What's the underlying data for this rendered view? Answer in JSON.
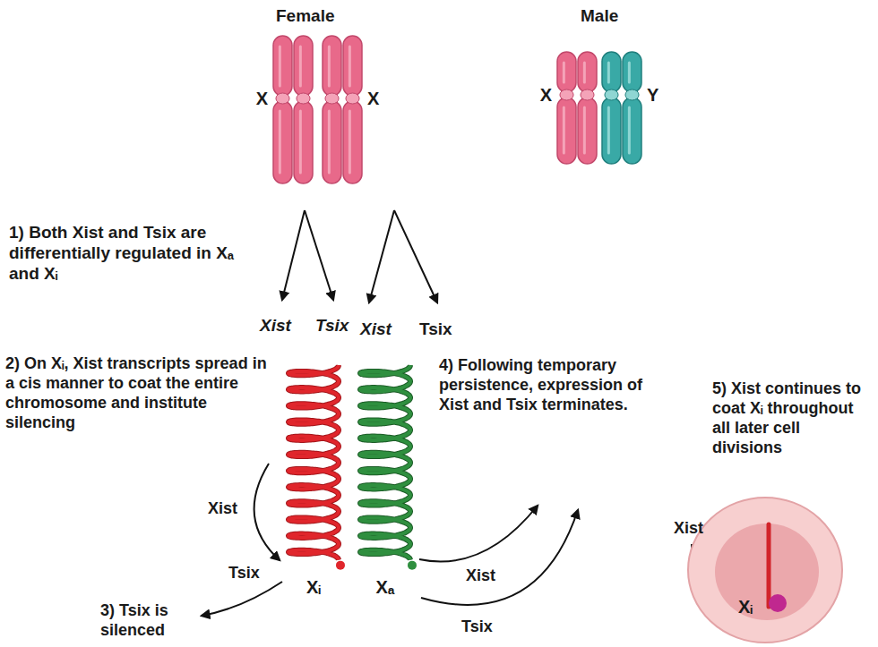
{
  "diagram": {
    "nodes": [
      {
        "text": [
          "X"
        ]
      },
      {
        "text": [
          "X"
        ]
      },
      {
        "text": [
          "X"
        ]
      },
      {
        "text": [
          "Y"
        ]
      },
      {
        "text": [
          "Xᵢ"
        ]
      },
      {
        "text": [
          "Xₐ"
        ]
      },
      {
        "text": [
          "Xᵢ"
        ]
      }
    ],
    "labels": [
      "Female",
      "Male",
      "1) Both Xist and Tsix are differentially regulated in Xₐ and Xᵢ",
      "Xist",
      "Tsix",
      "Xist",
      "Tsix",
      "2) On Xᵢ, Xist transcripts spread in a cis manner to coat the entire chromosome and institute silencing",
      "Xist",
      "3) Tsix is silenced",
      "Tsix",
      "4) Following temporary persistence, expression of Xist and Tsix terminates.",
      "Xist",
      "Tsix",
      "5) Xist continues to coat Xᵢ throughout all later cell divisions",
      "Xist"
    ]
  }
}
